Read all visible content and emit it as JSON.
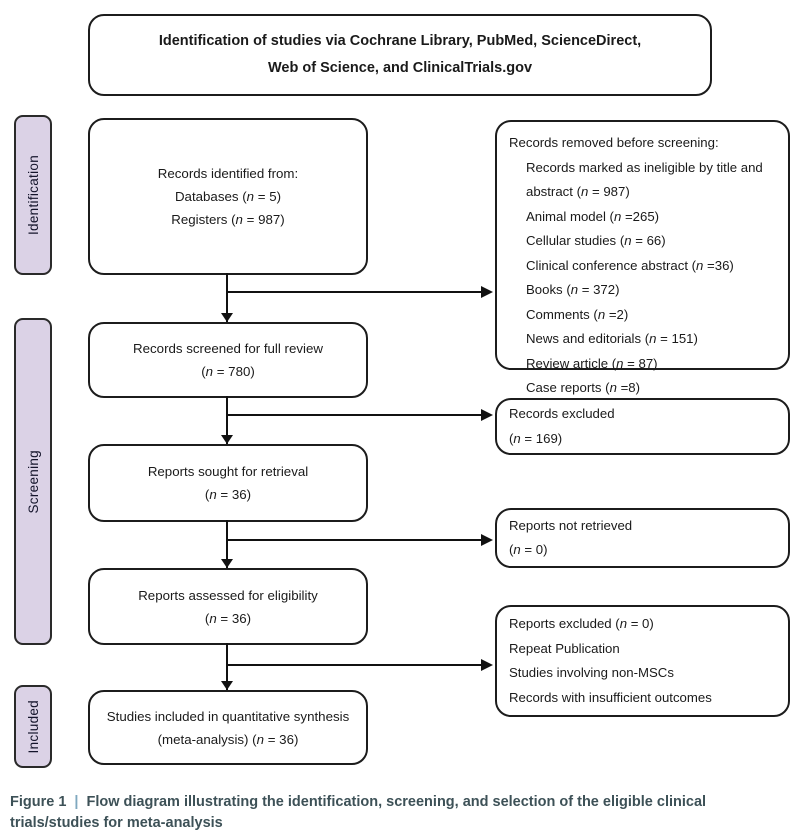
{
  "title_box": {
    "line1": "Identification of studies via Cochrane Library, PubMed, ScienceDirect,",
    "line2": "Web of Science, and ClinicalTrials.gov"
  },
  "stages": {
    "identification": "Identification",
    "screening": "Screening",
    "included": "Included"
  },
  "flow_boxes": {
    "identified": {
      "lines": [
        "Records identified from:",
        "Databases (n = 5)",
        "Registers (n = 987)"
      ]
    },
    "screened": {
      "lines": [
        "Records screened for full review",
        "(n = 780)"
      ]
    },
    "sought": {
      "lines": [
        "Reports sought for retrieval",
        "(n = 36)"
      ]
    },
    "assessed": {
      "lines": [
        "Reports assessed for eligibility",
        "(n = 36)"
      ]
    },
    "included": {
      "lines": [
        "Studies included in quantitative synthesis",
        "(meta-analysis) (n = 36)"
      ]
    }
  },
  "exclusion_boxes": {
    "removed": {
      "heading": "Records removed before screening:",
      "items": [
        "Records marked as ineligible by title and abstract (n = 987)",
        "Animal model (n =265)",
        "Cellular studies (n = 66)",
        "Clinical conference abstract (n =36)",
        "Books (n = 372)",
        "Comments (n =2)",
        "News and editorials (n = 151)",
        "Review article (n = 87)",
        "Case reports (n =8)"
      ]
    },
    "records_excluded": {
      "lines": [
        "Records excluded",
        "(n = 169)"
      ]
    },
    "not_retrieved": {
      "lines": [
        "Reports not retrieved",
        "(n = 0)"
      ]
    },
    "reports_excluded": {
      "lines": [
        "Reports excluded (n = 0)",
        "Repeat Publication",
        "Studies involving non-MSCs",
        "Records with insufficient outcomes"
      ]
    }
  },
  "caption": {
    "label": "Figure 1",
    "separator": "|",
    "text": "Flow diagram illustrating the identification, screening, and selection of the eligible clinical trials/studies for meta-analysis"
  },
  "colors": {
    "stage_fill": "#dbd2e6",
    "box_border": "#1c1c1c",
    "caption_text": "#3d5157",
    "caption_separator": "#7fa8bf"
  }
}
